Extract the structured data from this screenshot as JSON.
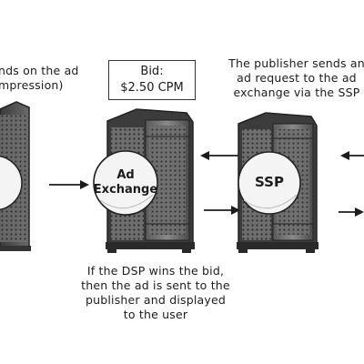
{
  "captions": {
    "left_partial": [
      "nds on the ad",
      "mpression)"
    ],
    "top_right": [
      "The publisher sends an",
      "ad request to the ad",
      "exchange via the SSP"
    ],
    "bottom_center": [
      "If the DSP wins the bid,",
      "then the ad is sent to the",
      "publisher and displayed",
      "to the user"
    ]
  },
  "bid_box": {
    "line1": "Bid:",
    "line2": "$2.50 CPM"
  },
  "nodes": {
    "ad_exchange": [
      "Ad",
      "Exchange"
    ],
    "ssp": "SSP"
  }
}
